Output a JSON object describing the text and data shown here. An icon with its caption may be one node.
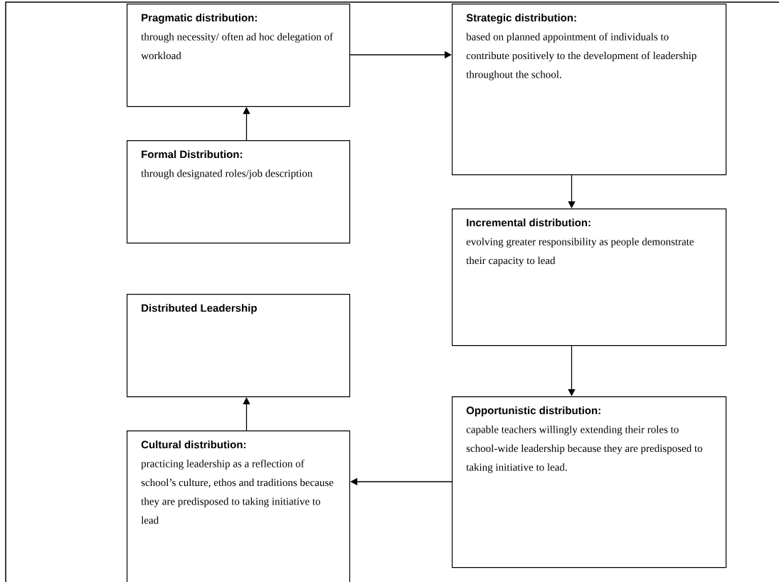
{
  "diagram": {
    "nodes": [
      {
        "text": [
          "Pragmatic distribution:",
          "through necessity/ often ad hoc delegation of workload"
        ]
      },
      {
        "text": [
          "Strategic distribution:",
          "based on planned appointment of individuals to contribute positively to the development of leadership throughout the school."
        ]
      },
      {
        "text": [
          "Formal Distribution:",
          "through designated roles/job description"
        ]
      },
      {
        "text": [
          "Incremental distribution:",
          "evolving greater responsibility as people demonstrate their capacity to lead"
        ]
      },
      {
        "text": [
          "Distributed Leadership"
        ]
      },
      {
        "text": [
          "Opportunistic distribution:",
          "capable teachers willingly extending their roles to school-wide leadership because they are predisposed to taking initiative to lead."
        ]
      },
      {
        "text": [
          "Cultural distribution:",
          "practicing leadership as a reflection of school’s culture, ethos and traditions because they are predisposed to taking initiative to lead"
        ]
      }
    ],
    "edges": [
      {
        "from": 0,
        "to": 1,
        "arrow": "to"
      },
      {
        "from": 2,
        "to": 0,
        "arrow": "to"
      },
      {
        "from": 1,
        "to": 3,
        "arrow": "to"
      },
      {
        "from": 3,
        "to": 5,
        "arrow": "to"
      },
      {
        "from": 6,
        "to": 4,
        "arrow": "to"
      },
      {
        "from": 5,
        "to": 6,
        "arrow": "to"
      }
    ]
  }
}
